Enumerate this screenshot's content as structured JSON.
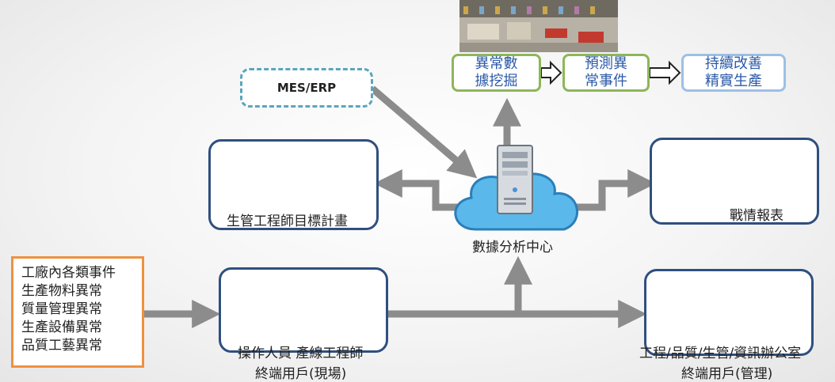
{
  "top_boxes": {
    "anomaly_mining": [
      "異常數",
      "據挖掘"
    ],
    "predict_events": [
      "預測異",
      "常事件"
    ],
    "improvement": [
      "持續改善",
      "精實生產"
    ]
  },
  "mes_erp": "MES/ERP",
  "planner": {
    "label": "生管工程師目標計畫"
  },
  "center": {
    "label": "數據分析中心"
  },
  "report": {
    "label": "戰情報表"
  },
  "events": {
    "items": [
      "工廠內各類事件",
      "生產物料異常",
      "質量管理異常",
      "生產設備異常",
      "品質工藝異常"
    ]
  },
  "operators": {
    "title": "操作人員  產線工程師",
    "subtitle": "終端用戶(現場)"
  },
  "management": {
    "title": "工程/品質/生管/資訊辦公室",
    "subtitle": "終端用戶(管理)"
  },
  "colors": {
    "arrow": "#8c8c8c",
    "blue_border": "#2f4f7f",
    "green_border": "#8db65a",
    "orange_border": "#ef9140",
    "dashed_border": "#5ba6bd",
    "text_blue": "#2b5aa8"
  }
}
